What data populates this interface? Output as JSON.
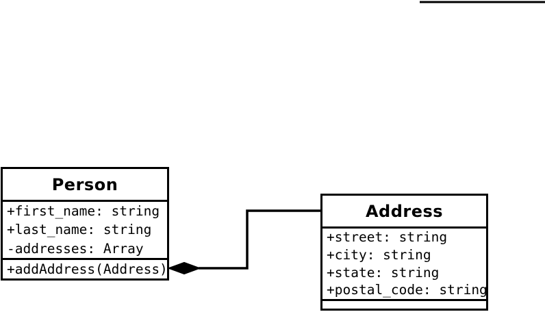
{
  "diagram": {
    "type": "uml-class-diagram",
    "classes": [
      {
        "name": "Person",
        "attributes": [
          "+first_name: string",
          "+last_name: string",
          "-addresses: Array"
        ],
        "methods": [
          "+addAddress(Address)"
        ]
      },
      {
        "name": "Address",
        "attributes": [
          "+street: string",
          "+city: string",
          "+state: string",
          "+postal_code: string"
        ],
        "methods": []
      }
    ],
    "relationships": [
      {
        "type": "composition",
        "owner": "Person",
        "part": "Address",
        "diamond": "filled",
        "diamond_at": "Person"
      }
    ],
    "colors": {
      "stroke": "#000000",
      "fill": "#ffffff",
      "text": "#000000"
    }
  }
}
